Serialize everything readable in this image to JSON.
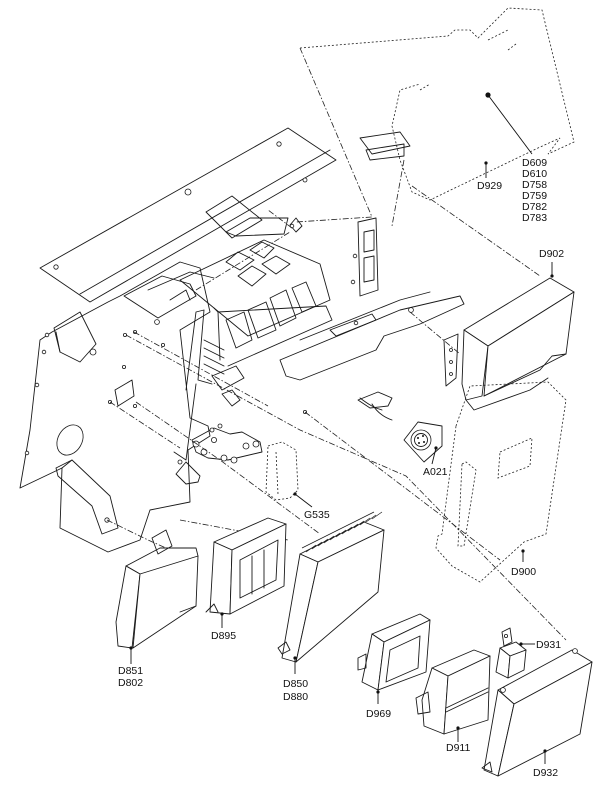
{
  "diagram": {
    "type": "exploded-parts-view",
    "callouts": {
      "d929": "D929",
      "d609_group": [
        "D609",
        "D610",
        "D758",
        "D759",
        "D782",
        "D783"
      ],
      "d902": "D902",
      "a021": "A021",
      "g535": "G535",
      "d900": "D900",
      "d851_group": [
        "D851",
        "D802"
      ],
      "d895": "D895",
      "d850_group": [
        "D850",
        "D880"
      ],
      "d969": "D969",
      "d931": "D931",
      "d911": "D911",
      "d932": "D932"
    }
  }
}
